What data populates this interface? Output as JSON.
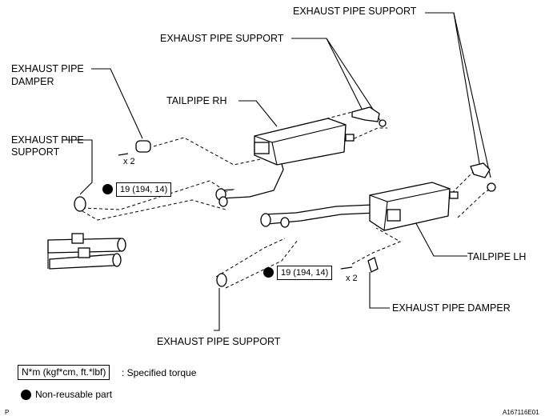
{
  "labels": {
    "support_top_right": "EXHAUST PIPE SUPPORT",
    "support_top_mid": "EXHAUST PIPE SUPPORT",
    "damper_left_line1": "EXHAUST PIPE",
    "damper_left_line2": "DAMPER",
    "tailpipe_rh": "TAILPIPE RH",
    "support_left_line1": "EXHAUST PIPE",
    "support_left_line2": "SUPPORT",
    "qty_left": "x 2",
    "torque_left": "19 (194, 14)",
    "tailpipe_lh": "TAILPIPE LH",
    "torque_right": "19 (194, 14)",
    "qty_right": "x 2",
    "damper_right": "EXHAUST PIPE DAMPER",
    "support_bottom": "EXHAUST PIPE SUPPORT"
  },
  "legend": {
    "torque_unit": "N*m (kgf*cm, ft.*lbf)",
    "torque_desc": ": Specified torque",
    "nonreusable": "Non-reusable part"
  },
  "corner_letter": "P",
  "figure_id": "A167116E01"
}
